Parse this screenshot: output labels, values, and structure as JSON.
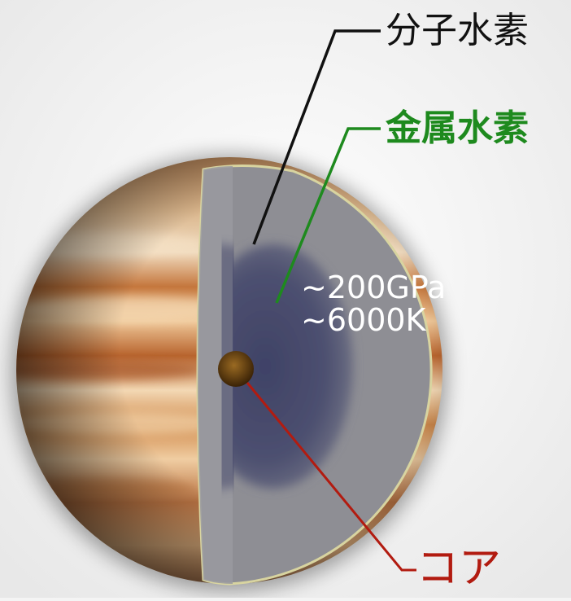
{
  "labels": {
    "molecular_hydrogen": "分子水素",
    "metallic_hydrogen": "金属水素",
    "pressure": "~200GPa",
    "temperature": "~6000K",
    "core": "コア"
  },
  "colors": {
    "background": "#f4f4f4",
    "molecular_label": "#111111",
    "metallic_label": "#1e8a1e",
    "core_label": "#b21b10",
    "molecular_layer": "#8f8f95",
    "metallic_layer": "#4d5070",
    "core": "#5a3a0c",
    "bands": [
      "#c98a4b",
      "#e8c190",
      "#b36a35",
      "#f0d6b0",
      "#a05a2e"
    ]
  }
}
